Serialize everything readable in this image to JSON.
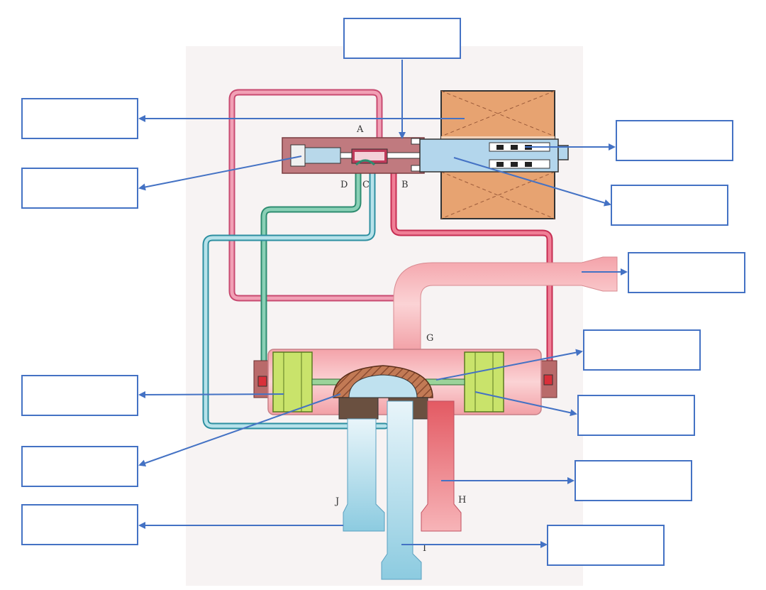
{
  "diagram": {
    "port_letters": {
      "A": "A",
      "B": "B",
      "C": "C",
      "D": "D",
      "G": "G",
      "H": "H",
      "I": "I",
      "J": "J"
    },
    "label_boxes": [
      {
        "id": "top",
        "text": ""
      },
      {
        "id": "left-1",
        "text": ""
      },
      {
        "id": "left-2",
        "text": ""
      },
      {
        "id": "left-3",
        "text": ""
      },
      {
        "id": "left-4",
        "text": ""
      },
      {
        "id": "left-5",
        "text": ""
      },
      {
        "id": "right-1",
        "text": ""
      },
      {
        "id": "right-2",
        "text": ""
      },
      {
        "id": "right-3",
        "text": ""
      },
      {
        "id": "right-4",
        "text": ""
      },
      {
        "id": "right-5",
        "text": ""
      },
      {
        "id": "right-6",
        "text": ""
      },
      {
        "id": "right-7",
        "text": ""
      }
    ],
    "colors": {
      "arrow": "#4472c4",
      "coil": "#e7a371",
      "hot_pipe": "#e8707a",
      "cold_pipe": "#9fd3e6",
      "green_tube": "#5fb090",
      "piston": "#c9e36b",
      "valve_body": "#c07a7f"
    }
  }
}
